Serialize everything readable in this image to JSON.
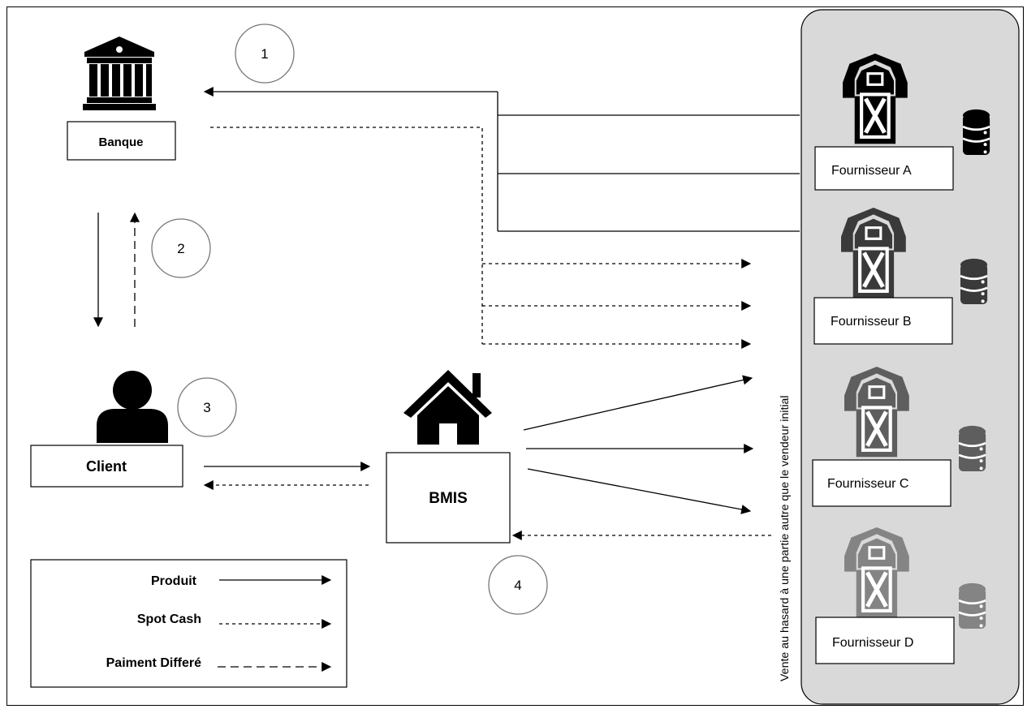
{
  "nodes": {
    "bank": {
      "label": "Banque",
      "icon": "bank-icon"
    },
    "client": {
      "label": "Client",
      "icon": "person-icon"
    },
    "bmis": {
      "label": "BMIS",
      "icon": "house-icon"
    }
  },
  "steps": [
    "1",
    "2",
    "3",
    "4"
  ],
  "suppliers": {
    "panel_color": "#d9d9d9",
    "items": [
      {
        "label": "Fournisseur A",
        "icon": "barn-icon",
        "db_icon": "database-icon",
        "color": "#000000"
      },
      {
        "label": "Fournisseur B",
        "icon": "barn-icon",
        "db_icon": "database-icon",
        "color": "#3a3a3a"
      },
      {
        "label": "Fournisseur C",
        "icon": "barn-icon",
        "db_icon": "database-icon",
        "color": "#5e5e5e"
      },
      {
        "label": "Fournisseur D",
        "icon": "barn-icon",
        "db_icon": "database-icon",
        "color": "#848484"
      }
    ]
  },
  "vertical_caption": "Vente au hasard à une partie autre que le vendeur initial",
  "legend": {
    "items": [
      {
        "label": "Produit",
        "line_style": "solid"
      },
      {
        "label": "Spot Cash",
        "line_style": "dotted"
      },
      {
        "label": "Paiment Differé",
        "line_style": "dashed"
      }
    ]
  }
}
